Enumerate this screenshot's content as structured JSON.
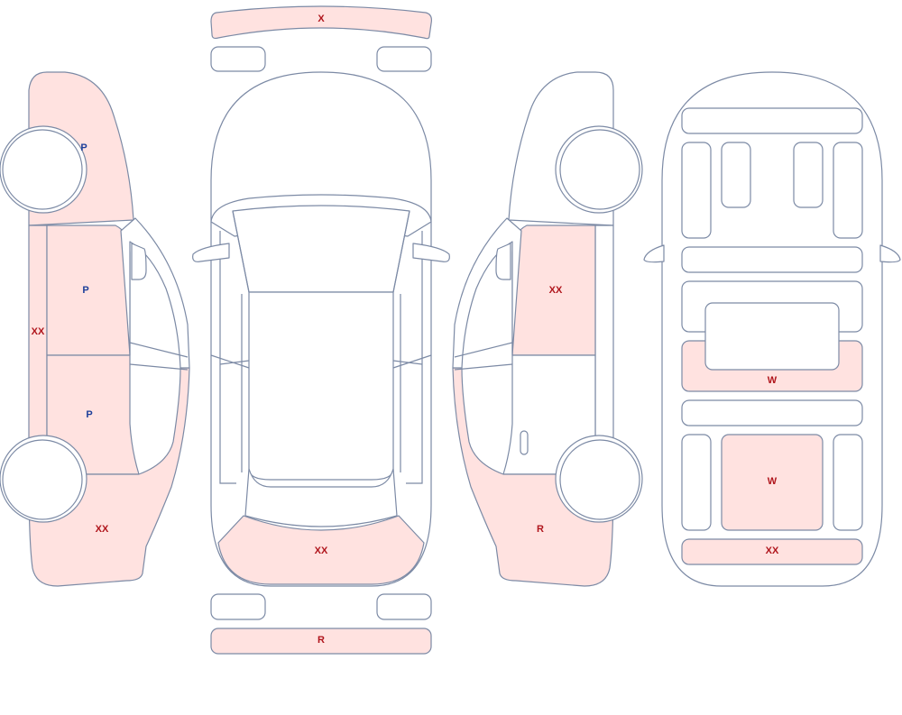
{
  "colors": {
    "damaged_fill": "#ffe2e0",
    "outline": "#7c8aa5",
    "code_red": "#b0151c",
    "code_blue": "#1d3f9a"
  },
  "labels": {
    "front_bumper": "X",
    "rear_bumper": "R",
    "left_fender": "P",
    "left_front_door": "P",
    "left_rear_door": "P",
    "left_rocker": "XX",
    "left_quarter": "XX",
    "top_rear": "XX",
    "right_front_door": "XX",
    "right_quarter": "R",
    "bottom_panel_a": "W",
    "bottom_panel_b": "W",
    "bottom_rear": "XX"
  }
}
